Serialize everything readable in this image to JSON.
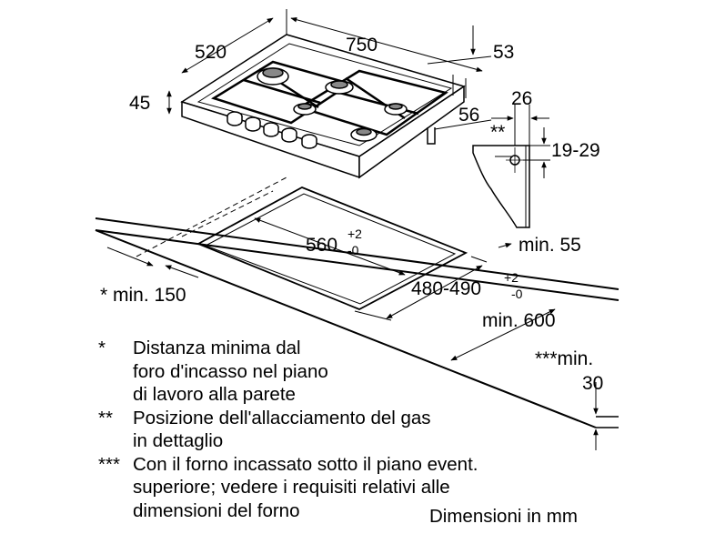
{
  "dimensions": {
    "hob_depth": "520",
    "hob_width": "750",
    "hob_height": "45",
    "gas_offset_top": "53",
    "gas_offset_side": "56",
    "bracket_width": "26",
    "gas_height_range": "19-29",
    "cutout_width_main": "560",
    "cutout_width_tol_plus": "+2",
    "cutout_width_tol_minus": "-0",
    "cutout_depth_main": "480-490",
    "cutout_depth_tol_plus": "+2",
    "cutout_depth_tol_minus": "-0",
    "wall_distance": "* min. 150",
    "worktop_depth": "min. 600",
    "worktop_thickness": "min. 55",
    "oven_marker": "***min.",
    "oven_value": "30",
    "detail_marker": "**"
  },
  "notes": [
    {
      "marker": "*",
      "lines": [
        "Distanza minima dal",
        "foro d'incasso nel piano",
        "di lavoro alla parete"
      ]
    },
    {
      "marker": "**",
      "lines": [
        "Posizione dell'allacciamento del gas",
        "in dettaglio"
      ]
    },
    {
      "marker": "***",
      "lines": [
        "Con il forno incassato sotto il piano event.",
        "superiore; vedere i requisiti relativi alle",
        "dimensioni del forno"
      ]
    }
  ],
  "units_label": "Dimensioni in mm"
}
